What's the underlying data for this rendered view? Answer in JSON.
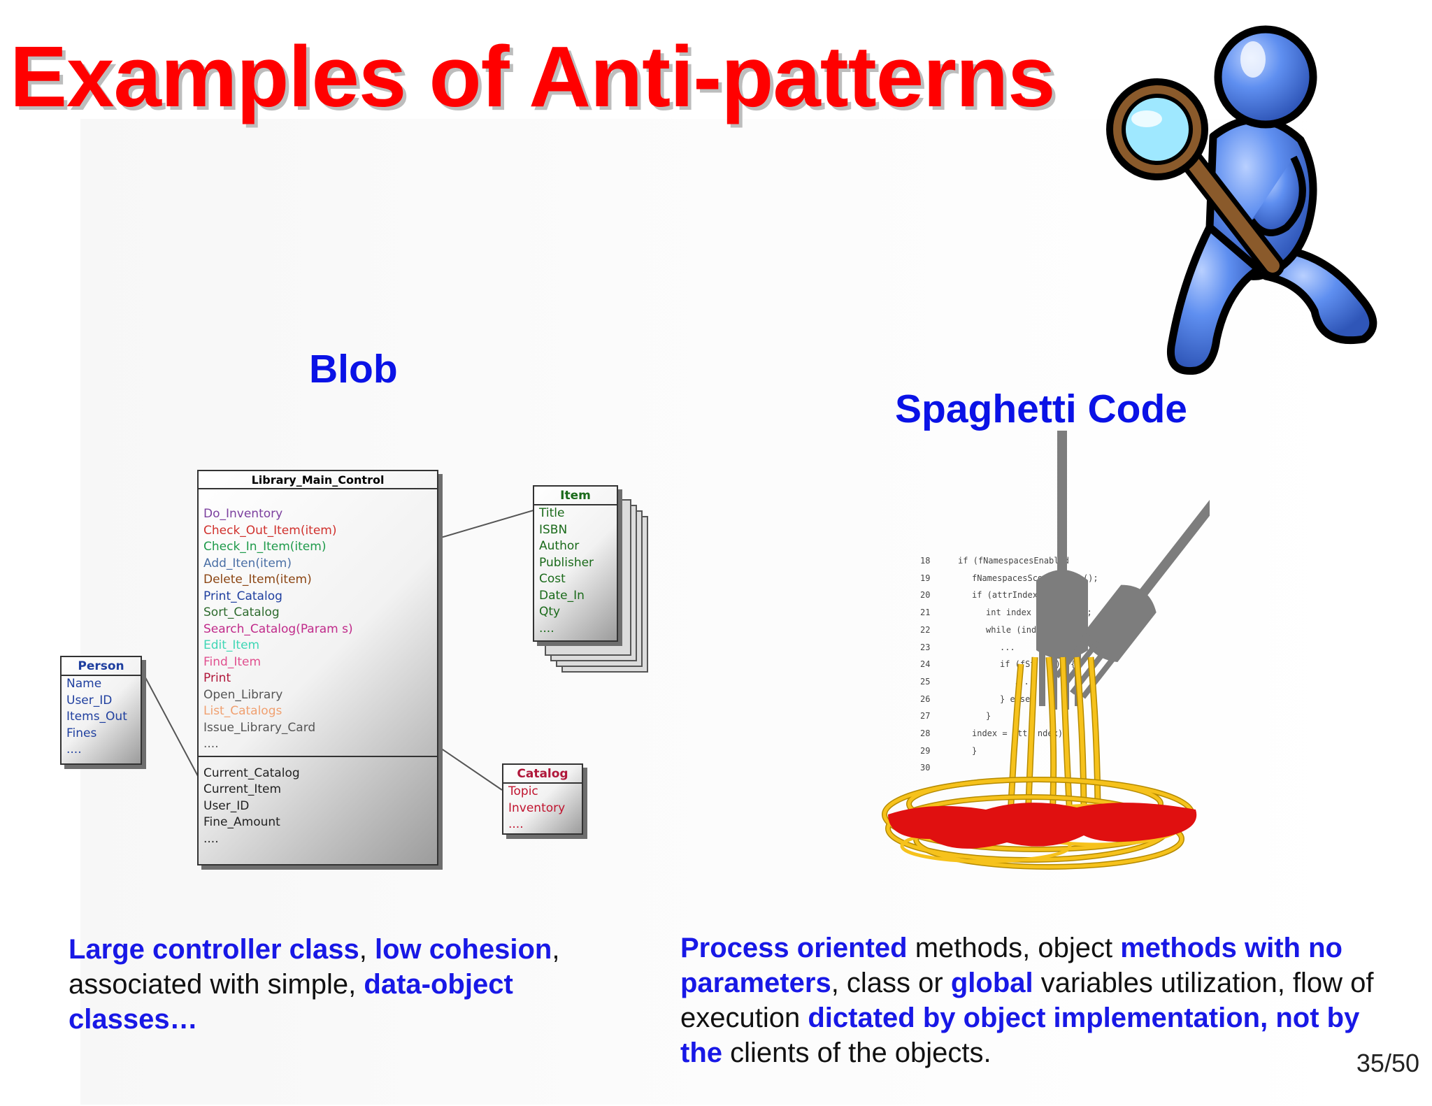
{
  "title": "Examples of Anti-patterns",
  "blob": {
    "label": "Blob",
    "main_class": {
      "name": "Library_Main_Control",
      "methods": [
        {
          "text": "Do_Inventory",
          "color": "#7b3f9e"
        },
        {
          "text": "Check_Out_Item(item)",
          "color": "#d0312d"
        },
        {
          "text": "Check_In_Item(item)",
          "color": "#1e9a4a"
        },
        {
          "text": "Add_Iten(item)",
          "color": "#4a6fa5"
        },
        {
          "text": "Delete_Item(item)",
          "color": "#8b4513"
        },
        {
          "text": "Print_Catalog",
          "color": "#1f3f9f"
        },
        {
          "text": "Sort_Catalog",
          "color": "#2e6b2e"
        },
        {
          "text": "Search_Catalog(Param s)",
          "color": "#c02a8a"
        },
        {
          "text": "Edit_Item",
          "color": "#3fd6b5"
        },
        {
          "text": "Find_Item",
          "color": "#e0508f"
        },
        {
          "text": "Print",
          "color": "#b0173a"
        },
        {
          "text": "Open_Library",
          "color": "#555555"
        },
        {
          "text": "List_Catalogs",
          "color": "#f0a070"
        },
        {
          "text": "Issue_Library_Card",
          "color": "#555555"
        },
        {
          "text": "....",
          "color": "#555555"
        }
      ],
      "attributes": [
        "Current_Catalog",
        "Current_Item",
        "User_ID",
        "Fine_Amount",
        "...."
      ]
    },
    "item_class": {
      "name": "Item",
      "fields": [
        "Title",
        "ISBN",
        "Author",
        "Publisher",
        "Cost",
        "Date_In",
        "Qty",
        "...."
      ]
    },
    "person_class": {
      "name": "Person",
      "fields": [
        "Name",
        "User_ID",
        "Items_Out",
        "Fines",
        "...."
      ]
    },
    "catalog_class": {
      "name": "Catalog",
      "fields": [
        "Topic",
        "Inventory",
        "...."
      ]
    },
    "description": {
      "p1": "Large controller class",
      "p2": ", ",
      "p3": "low cohesion",
      "p4": ",",
      "p5": "associated with simple, ",
      "p6": "data-object",
      "p7": "classes…"
    }
  },
  "spaghetti": {
    "label": "Spaghetti Code",
    "code_lines": [
      {
        "num": "18",
        "text": "if (fNamespacesEnabled"
      },
      {
        "num": "19",
        "text": "fNamespacesScop            eDepth();"
      },
      {
        "num": "20",
        "text": "if (attrIndex !="
      },
      {
        "num": "21",
        "text": "int index = a              Index);"
      },
      {
        "num": "22",
        "text": "while (index"
      },
      {
        "num": "23",
        "text": "..."
      },
      {
        "num": "24",
        "text": "if (fSt          ...)) {"
      },
      {
        "num": "25",
        "text": "..."
      },
      {
        "num": "26",
        "text": "} else"
      },
      {
        "num": "27",
        "text": "}"
      },
      {
        "num": "28",
        "text": "index = attr        ndex);"
      },
      {
        "num": "29",
        "text": "}"
      },
      {
        "num": "30",
        "text": ""
      }
    ],
    "description": {
      "b1": "Process oriented",
      "t1": " methods, object ",
      "b2": "methods with no parameters",
      "t2": ", class or ",
      "b3": "global",
      "t3": " variables utilization, flow of execution ",
      "b4": "dictated by object implementation, not by the",
      "t4": " clients of the objects."
    }
  },
  "page_number": "35/50"
}
